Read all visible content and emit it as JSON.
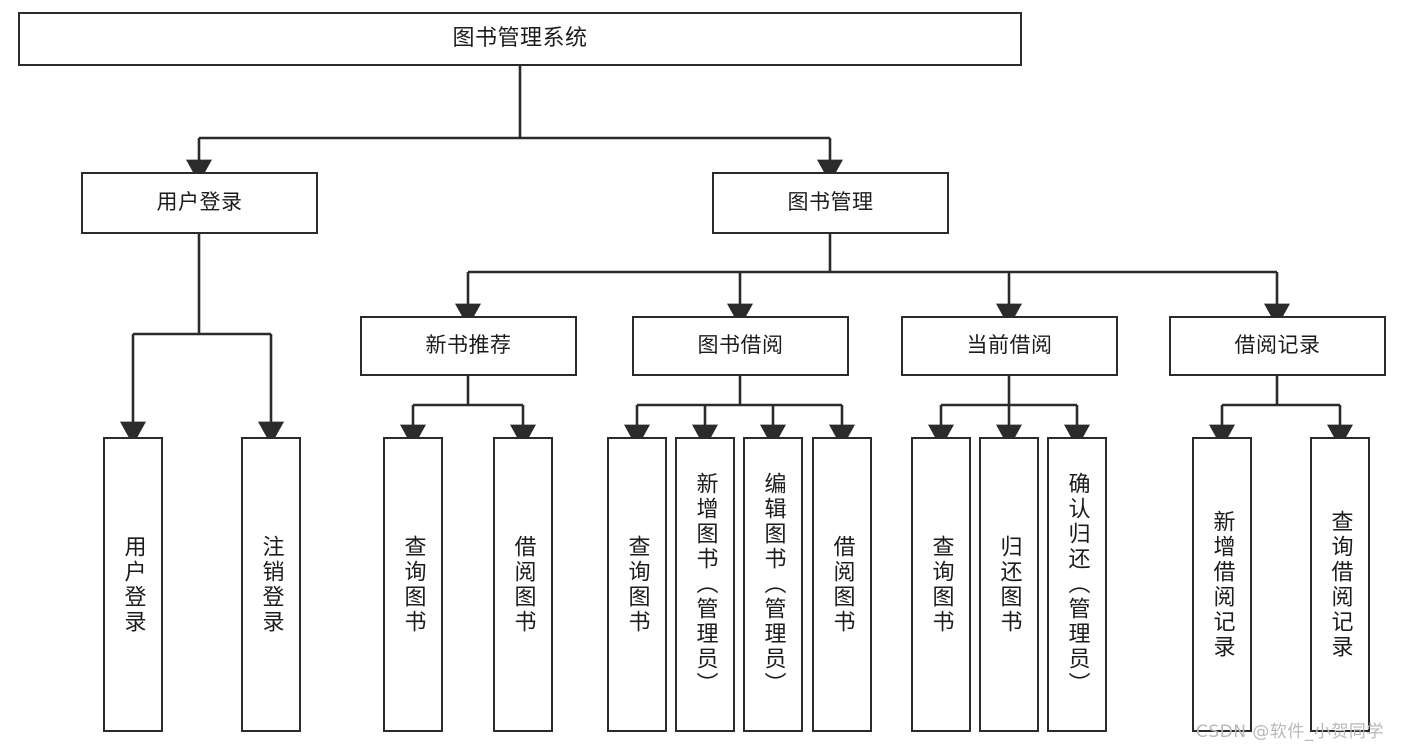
{
  "diagram": {
    "type": "tree",
    "title": "图书管理系统",
    "root": {
      "label": "图书管理系统"
    },
    "level1": [
      {
        "label": "用户登录"
      },
      {
        "label": "图书管理"
      }
    ],
    "level2": [
      {
        "label": "新书推荐"
      },
      {
        "label": "图书借阅"
      },
      {
        "label": "当前借阅"
      },
      {
        "label": "借阅记录"
      }
    ],
    "leaves": {
      "user_login": [
        {
          "label": "用户登录"
        },
        {
          "label": "注销登录"
        }
      ],
      "new_book_recommend": [
        {
          "label": "查询图书"
        },
        {
          "label": "借阅图书"
        }
      ],
      "book_borrow": [
        {
          "label": "查询图书"
        },
        {
          "label": "新增图书（管理员）"
        },
        {
          "label": "编辑图书（管理员）"
        },
        {
          "label": "借阅图书"
        }
      ],
      "current_borrow": [
        {
          "label": "查询图书"
        },
        {
          "label": "归还图书"
        },
        {
          "label": "确认归还（管理员）"
        }
      ],
      "borrow_records": [
        {
          "label": "新增借阅记录"
        },
        {
          "label": "查询借阅记录"
        }
      ]
    }
  },
  "watermark": {
    "text": "CSDN @软件_小贺同学"
  },
  "colors": {
    "border": "#2b2b2b",
    "background": "#ffffff",
    "text": "#1c1c1c",
    "watermark": "#b8b8b8"
  }
}
